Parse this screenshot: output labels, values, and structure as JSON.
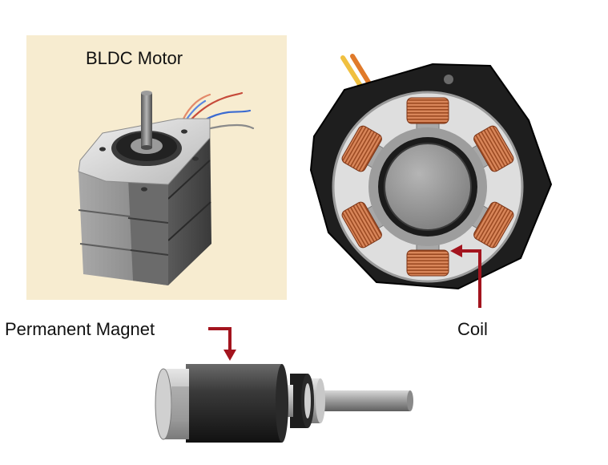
{
  "diagram": {
    "title": "BLDC Motor",
    "labels": {
      "permanent_magnet": "Permanent Magnet",
      "coil": "Coil"
    },
    "colors": {
      "panel_background": "#f7ecd0",
      "arrow": "#a3141e",
      "coil_copper": "#d27a4c",
      "housing_dark": "#1e1e1e",
      "body_gray": "#8c8c8c"
    },
    "icons": [
      "motor-exterior",
      "motor-cross-section",
      "rotor-shaft",
      "callout-arrow"
    ]
  }
}
